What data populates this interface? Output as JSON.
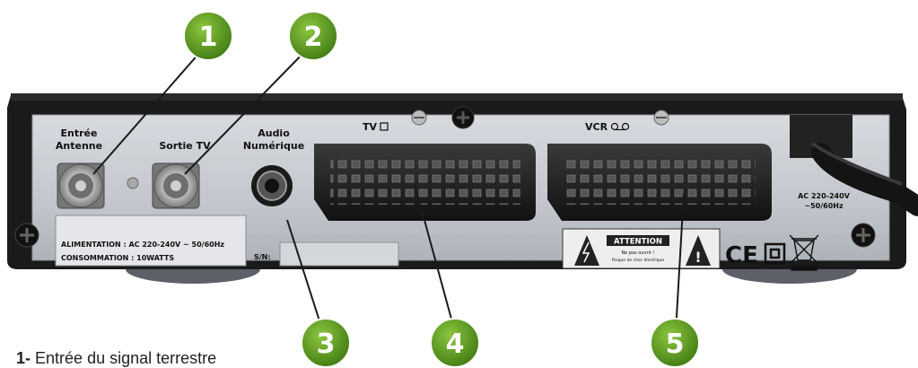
{
  "device": {
    "labels": {
      "antenna_in_1": "Entrée",
      "antenna_in_2": "Antenne",
      "tv_out": "Sortie TV",
      "audio_1": "Audio",
      "audio_2": "Numérique",
      "scart_tv": "TV",
      "scart_vcr": "VCR"
    },
    "power_label": {
      "line1": "ALIMENTATION : AC 220-240V ~ 50/60Hz",
      "line2": "CONSOMMATION : 10WATTS"
    },
    "serial_label": "S/N:",
    "ac_label": {
      "line1": "AC 220-240V",
      "line2": "~50/60Hz"
    },
    "warning": {
      "title": "ATTENTION",
      "line1": "Ne pas ouvrir !",
      "line2": "Risque de choc électrique"
    },
    "ce_mark": "CE"
  },
  "callouts": [
    {
      "number": "1"
    },
    {
      "number": "2"
    },
    {
      "number": "3"
    },
    {
      "number": "4"
    },
    {
      "number": "5"
    }
  ],
  "legend": [
    {
      "number": "1",
      "separator": "-",
      "text": "Entrée du signal terrestre"
    }
  ],
  "colors": {
    "badge": "#5e9a23",
    "badge_light": "#8cc63f",
    "panel": "#c9ccd1",
    "case": "#1a1a1a"
  }
}
